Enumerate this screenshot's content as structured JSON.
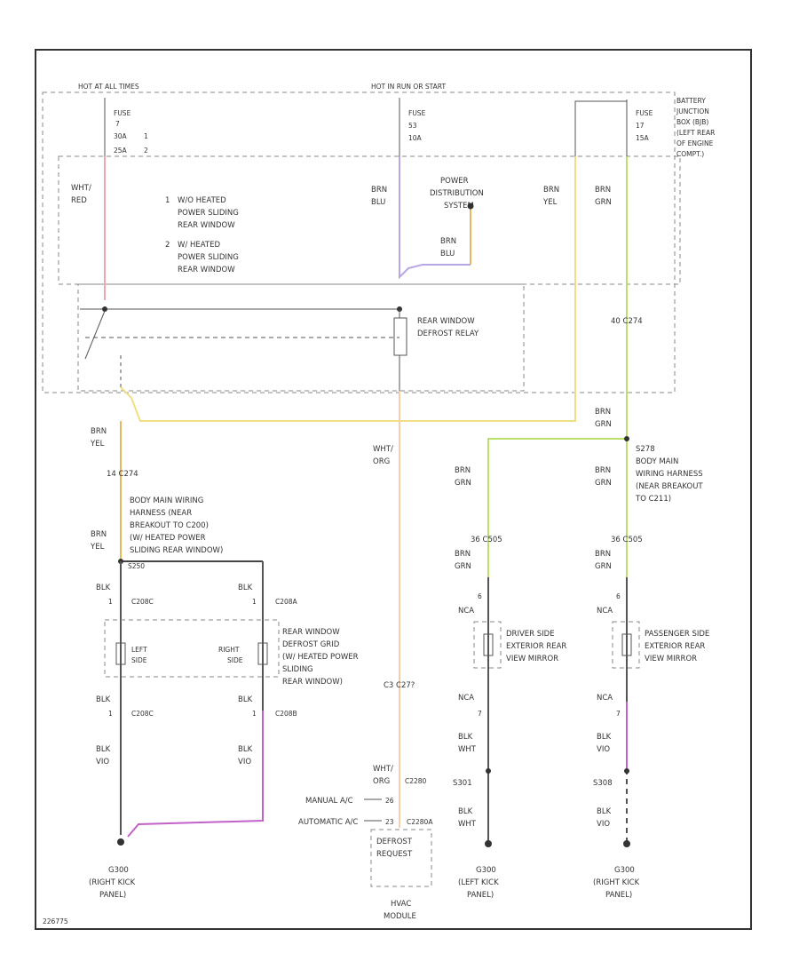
{
  "colors": {
    "red": "#f3a5a8",
    "purple": "#b8a6e6",
    "orange": "#e8b75e",
    "yellow": "#f0df82",
    "green": "#b8e06a",
    "wht_org": "#f6cfa9",
    "magenta": "#c261c9",
    "black": "#555555"
  },
  "icons": {
    "ground": "ground-icon",
    "splice": "splice-dot-icon",
    "coil": "relay-coil-icon",
    "grid": "heater-grid-icon"
  },
  "sources": {
    "hot_all": "HOT AT ALL TIMES",
    "hot_run": "HOT IN RUN OR START",
    "bjb": [
      "BATTERY",
      "JUNCTION",
      "BOX (BJB)",
      "(LEFT REAR",
      "OF ENGINE",
      "COMPT.)"
    ]
  },
  "fuses": {
    "f1": [
      "FUSE",
      "7",
      "30A",
      "25A"
    ],
    "f1_idx": [
      "1",
      "2"
    ],
    "f2": [
      "FUSE",
      "53",
      "10A"
    ],
    "f3": [
      "FUSE",
      "17",
      "15A"
    ]
  },
  "legend": {
    "n1": "1",
    "item1": [
      "W/O HEATED",
      "POWER SLIDING",
      "REAR WINDOW"
    ],
    "n2": "2",
    "item2": [
      "W/ HEATED",
      "POWER SLIDING",
      "REAR WINDOW"
    ]
  },
  "pds": [
    "POWER",
    "DISTRIBUTION",
    "SYSTEM"
  ],
  "relay": [
    "REAR WINDOW",
    "DEFROST RELAY"
  ],
  "wires": {
    "wht_red": [
      "WHT/",
      "RED"
    ],
    "brn_blu_1": [
      "BRN",
      "BLU"
    ],
    "brn_blu_2": [
      "BRN",
      "BLU"
    ],
    "brn_yel_top": [
      "BRN",
      "YEL"
    ],
    "brn_grn_top": [
      "BRN",
      "GRN"
    ],
    "brn_yel_mid": [
      "BRN",
      "YEL"
    ],
    "brn_yel_low": [
      "BRN",
      "YEL"
    ],
    "wht_org": [
      "WHT/",
      "ORG"
    ],
    "wht_org_low": [
      "WHT/",
      "ORG"
    ],
    "brn_grn_mid": [
      "BRN",
      "GRN"
    ],
    "brn_grn_l1": [
      "BRN",
      "GRN"
    ],
    "brn_grn_r1": [
      "BRN",
      "GRN"
    ],
    "brn_grn_l2": [
      "BRN",
      "GRN"
    ],
    "brn_grn_r2": [
      "BRN",
      "GRN"
    ],
    "blk_l1": "BLK",
    "blk_r1": "BLK",
    "blk_l2": "BLK",
    "blk_r2": "BLK",
    "blk_vio_l": [
      "BLK",
      "VIO"
    ],
    "blk_vio_r": [
      "BLK",
      "VIO"
    ],
    "blk_vio_r2": [
      "BLK",
      "VIO"
    ],
    "blk_wht_l1": [
      "BLK",
      "WHT"
    ],
    "blk_wht_l2": [
      "BLK",
      "WHT"
    ],
    "blk_vio_f": [
      "BLK",
      "VIO"
    ],
    "nca_1": "NCA",
    "nca_2": "NCA",
    "nca_3": "NCA",
    "nca_4": "NCA"
  },
  "connectors": {
    "c274_r": "40 C274",
    "c274_l": "14 C274",
    "s278": "S278",
    "s250": "S250",
    "c3": "C3 C27?",
    "c506": "36 C505",
    "c506b": "36 C505",
    "c208a_l": "C208C",
    "c208a_r": "C208A",
    "c208b_l": "C208C",
    "c208b_r": "C208B",
    "one_a": "1",
    "one_b": "1",
    "one_c": "1",
    "one_d": "1",
    "six_l": "6",
    "six_r": "6",
    "seven_l": "7",
    "seven_r": "7",
    "c2280": "C2280",
    "c2280a": "C2280A",
    "s301": "S301",
    "s308": "S308",
    "pin26": "26",
    "pin23": "23"
  },
  "notes": {
    "harness_grid": [
      "BODY MAIN WIRING",
      "HARNESS (NEAR",
      "BREAKOUT TO C200)",
      "(W/ HEATED POWER",
      "SLIDING REAR WINDOW)"
    ],
    "harness_mirror": [
      "BODY MAIN",
      "WIRING HARNESS",
      "(NEAR BREAKOUT",
      "TO C211)"
    ]
  },
  "grid": {
    "left": [
      "LEFT",
      "SIDE"
    ],
    "right": [
      "RIGHT",
      "SIDE"
    ],
    "title": [
      "REAR WINDOW",
      "DEFROST GRID",
      "(W/ HEATED POWER",
      "SLIDING",
      "REAR WINDOW)"
    ]
  },
  "mirrors": {
    "driver": [
      "DRIVER SIDE",
      "EXTERIOR REAR",
      "VIEW MIRROR"
    ],
    "passenger": [
      "PASSENGER SIDE",
      "EXTERIOR REAR",
      "VIEW MIRROR"
    ]
  },
  "hvac": {
    "manual": "MANUAL A/C",
    "auto": "AUTOMATIC A/C",
    "box": [
      "DEFROST",
      "REQUEST"
    ],
    "module": [
      "HVAC",
      "MODULE"
    ]
  },
  "grounds": {
    "g1": [
      "G300",
      "(RIGHT KICK",
      "PANEL)"
    ],
    "g2": [
      "G300",
      "(LEFT KICK",
      "PANEL)"
    ],
    "g3": [
      "G300",
      "(RIGHT KICK",
      "PANEL)"
    ]
  },
  "footer_id": "226775"
}
